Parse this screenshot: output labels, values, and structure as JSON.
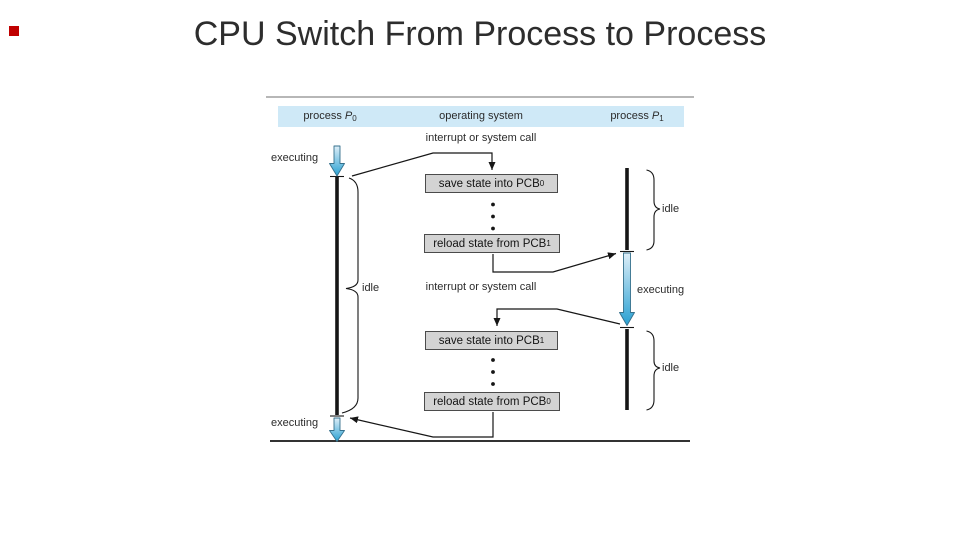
{
  "slide": {
    "title": "CPU Switch From Process to Process",
    "accent_color": "#c00000"
  },
  "diagram": {
    "header": {
      "left": {
        "text": "process ",
        "var": "P",
        "sub": "0"
      },
      "center": {
        "text": "operating system",
        "var": "",
        "sub": ""
      },
      "right": {
        "text": "process ",
        "var": "P",
        "sub": "1"
      }
    },
    "labels": {
      "interrupt_top": "interrupt or system call",
      "interrupt_mid": "interrupt or system call",
      "p0_executing_top": "executing",
      "p0_idle": "idle",
      "p0_executing_bottom": "executing",
      "p1_idle_top": "idle",
      "p1_executing": "executing",
      "p1_idle_bottom": "idle"
    },
    "boxes": [
      {
        "text": "save state into PCB",
        "sub": "0"
      },
      {
        "text": "reload state from PCB",
        "sub": "1"
      },
      {
        "text": "save state into PCB",
        "sub": "1"
      },
      {
        "text": "reload state from PCB",
        "sub": "0"
      }
    ],
    "colors": {
      "band_bg": "#cfe9f7",
      "box_fill": "#d3d3d3",
      "box_border": "#4b4b4b",
      "line": "#161616",
      "arrow_gradient_top": "#ddeef8",
      "arrow_gradient_bottom": "#28a0d2",
      "arrow_outline": "#35708c"
    }
  }
}
